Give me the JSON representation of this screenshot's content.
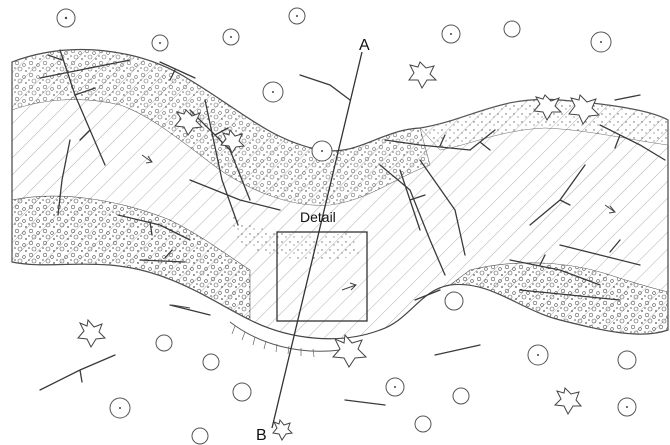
{
  "labels": {
    "point_a": "A",
    "point_b": "B",
    "detail": "Detail"
  },
  "colors": {
    "ink": "#3a3a3a",
    "hatch": "#8a8a8a",
    "background": "#ffffff"
  }
}
